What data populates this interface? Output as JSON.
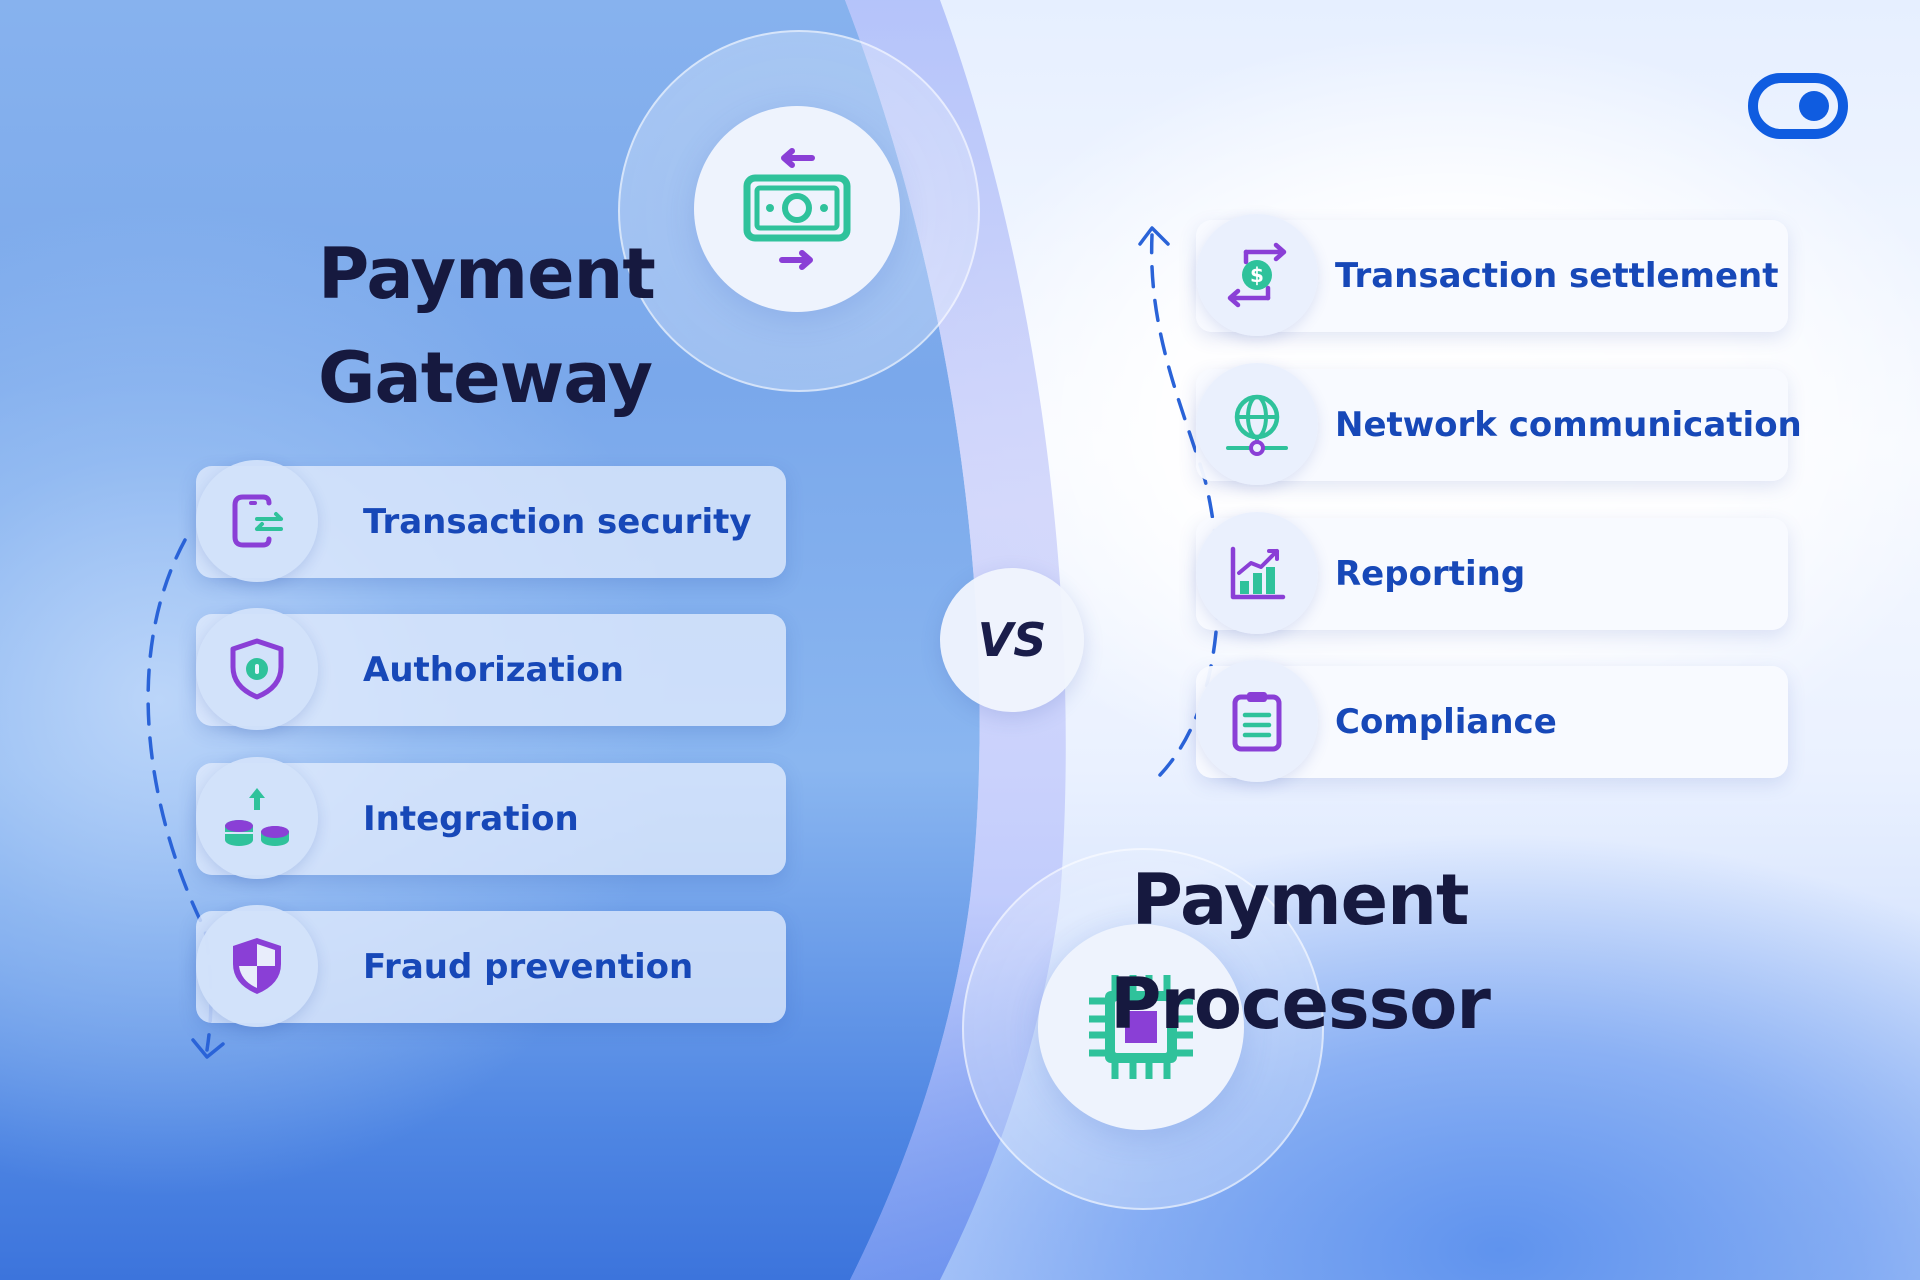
{
  "gateway": {
    "title_line1": "Payment",
    "title_line2": "Gateway",
    "features": [
      {
        "label": "Transaction security",
        "icon": "phone-transfer-icon"
      },
      {
        "label": "Authorization",
        "icon": "shield-keyhole-icon"
      },
      {
        "label": "Integration",
        "icon": "coins-upload-icon"
      },
      {
        "label": "Fraud prevention",
        "icon": "shield-half-icon"
      }
    ],
    "hero_icon": "cash-exchange-icon"
  },
  "processor": {
    "title_line1": "Payment",
    "title_line2": "Processor",
    "features": [
      {
        "label": "Transaction settlement",
        "icon": "dollar-cycle-icon"
      },
      {
        "label": "Network communication",
        "icon": "globe-network-icon"
      },
      {
        "label": "Reporting",
        "icon": "bar-chart-icon"
      },
      {
        "label": "Compliance",
        "icon": "clipboard-icon"
      }
    ],
    "hero_icon": "cpu-chip-icon"
  },
  "versus_label": "VS",
  "colors": {
    "title": "#16193f",
    "label": "#1748b8",
    "teal": "#2fc29b",
    "purple": "#8a3fd6",
    "accent_blue": "#0f5ce0"
  }
}
